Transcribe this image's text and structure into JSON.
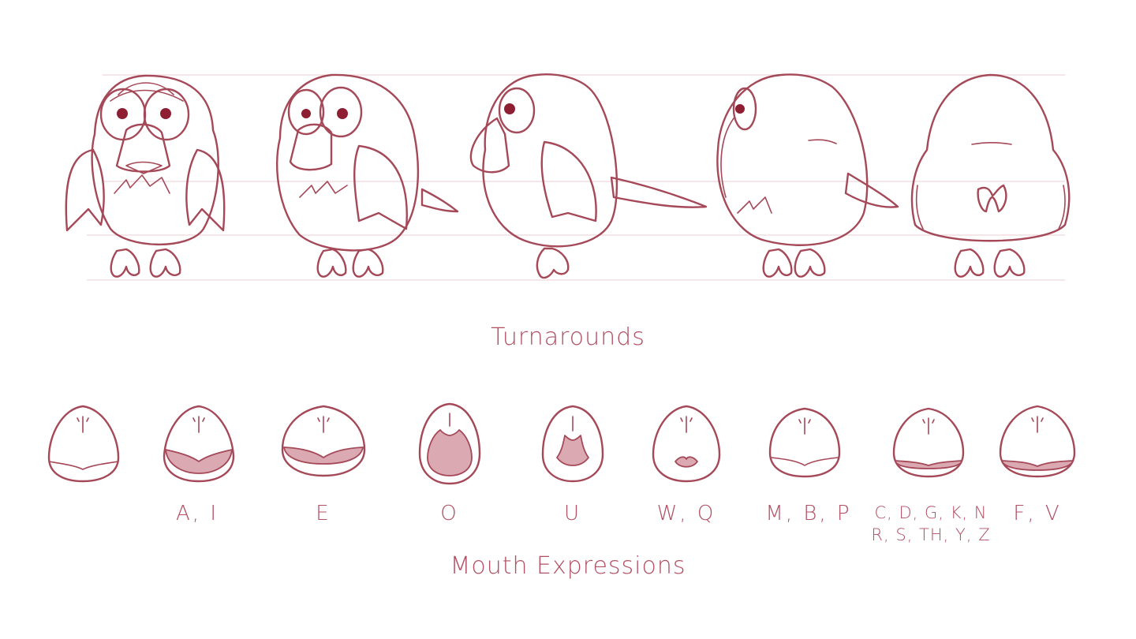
{
  "turnarounds": {
    "title": "Turnarounds",
    "views": [
      "front",
      "three-quarter front",
      "side",
      "three-quarter back",
      "back"
    ]
  },
  "mouth_expressions": {
    "title": "Mouth Expressions",
    "phonemes": [
      {
        "label": ""
      },
      {
        "label": "A, I"
      },
      {
        "label": "E"
      },
      {
        "label": "O"
      },
      {
        "label": "U"
      },
      {
        "label": "W, Q"
      },
      {
        "label": "M, B, P"
      },
      {
        "label": "C, D, G, K, N\nR, S, TH, Y, Z"
      },
      {
        "label": "F, V"
      }
    ]
  },
  "colors": {
    "ink": "#a54858",
    "pupil": "#8e1f32",
    "mouth_fill": "#dba9b2",
    "guide": "#efd6dc",
    "background": "#ffffff"
  }
}
